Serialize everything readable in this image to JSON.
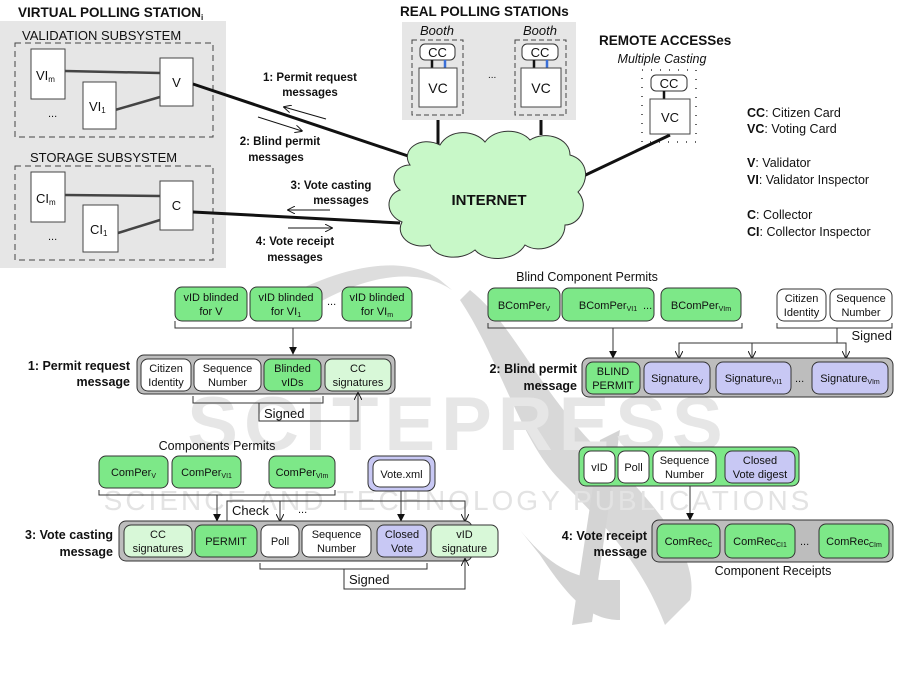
{
  "colors": {
    "green": "#7de888",
    "light_green": "#d8f8d8",
    "lavender": "#c8c8f4",
    "cloud": "#c8f8c8",
    "gray_panel": "#e6e6e6",
    "message_frame": "#bdbdbd",
    "cc_link": "#3a6fd8",
    "watermark": "#d0d0d0"
  },
  "top": {
    "virtual_station": {
      "title": "VIRTUAL POLLING STATION",
      "title_sub": "i",
      "validation": {
        "title": "VALIDATION SUBSYSTEM",
        "v": "V",
        "vi_m": "VI",
        "vi_m_sub": "m",
        "vi_1": "VI",
        "vi_1_sub": "1",
        "ellipsis": "..."
      },
      "storage": {
        "title": "STORAGE SUBSYSTEM",
        "c": "C",
        "ci_m": "CI",
        "ci_m_sub": "m",
        "ci_1": "CI",
        "ci_1_sub": "1",
        "ellipsis": "..."
      }
    },
    "real_stations": {
      "title": "REAL POLLING STATIONs",
      "booth_label": "Booth",
      "cc": "CC",
      "vc": "VC",
      "ellipsis": "..."
    },
    "remote": {
      "title": "REMOTE ACCESSes",
      "subtitle": "Multiple Casting",
      "cc": "CC",
      "vc": "VC"
    },
    "internet": "INTERNET",
    "flows": {
      "m1": [
        "1: Permit request",
        "messages"
      ],
      "m2": [
        "2: Blind permit",
        "messages"
      ],
      "m3": [
        "3: Vote casting",
        "messages"
      ],
      "m4": [
        "4: Vote receipt",
        "messages"
      ]
    },
    "legend": [
      {
        "abbr": "CC",
        "text": ": Citizen Card"
      },
      {
        "abbr": "VC",
        "text": ": Voting Card"
      },
      {
        "abbr": "V",
        "text": ": Validator"
      },
      {
        "abbr": "VI",
        "text": ": Validator Inspector"
      },
      {
        "abbr": "C",
        "text": ": Collector"
      },
      {
        "abbr": "CI",
        "text": ": Collector Inspector"
      }
    ]
  },
  "msg1": {
    "label": [
      "1: Permit request",
      "message"
    ],
    "inputs": [
      {
        "l1": "vID blinded",
        "l2": "for V",
        "sub": ""
      },
      {
        "l1": "vID blinded",
        "l2": "for VI",
        "sub": "1"
      },
      {
        "l1": "vID blinded",
        "l2": "for VI",
        "sub": "m"
      }
    ],
    "fields": [
      {
        "l1": "Citizen",
        "l2": "Identity"
      },
      {
        "l1": "Sequence",
        "l2": "Number"
      },
      {
        "l1": "Blinded",
        "l2": "vIDs"
      },
      {
        "l1": "CC",
        "l2": "signatures"
      }
    ],
    "signed": "Signed",
    "ellipsis": "..."
  },
  "msg2": {
    "label": [
      "2: Blind permit",
      "message"
    ],
    "group_title": "Blind Component Permits",
    "inputs": [
      {
        "base": "BComPer",
        "sub": "V"
      },
      {
        "base": "BComPer",
        "sub": "VI1"
      },
      {
        "base": "BComPer",
        "sub": "VIm"
      }
    ],
    "signed_inputs": [
      {
        "l1": "Citizen",
        "l2": "Identity"
      },
      {
        "l1": "Sequence",
        "l2": "Number"
      }
    ],
    "signed": "Signed",
    "fields": [
      {
        "l1": "BLIND",
        "l2": "PERMIT"
      },
      {
        "base": "Signature",
        "sub": "V"
      },
      {
        "base": "Signature",
        "sub": "VI1"
      },
      {
        "base": "Signature",
        "sub": "VIm"
      }
    ],
    "ellipsis": "..."
  },
  "msg3": {
    "label": [
      "3: Vote casting",
      "message"
    ],
    "group_title": "Components Permits",
    "inputs": [
      {
        "base": "ComPer",
        "sub": "V"
      },
      {
        "base": "ComPer",
        "sub": "VI1"
      },
      {
        "base": "ComPer",
        "sub": "VIm"
      }
    ],
    "vote_file": "Vote.xml",
    "check": "Check",
    "fields": [
      {
        "l1": "CC",
        "l2": "signatures"
      },
      {
        "l1": "PERMIT",
        "l2": ""
      },
      {
        "l1": "Poll",
        "l2": ""
      },
      {
        "l1": "Sequence",
        "l2": "Number"
      },
      {
        "l1": "Closed",
        "l2": "Vote"
      },
      {
        "l1": "vID",
        "l2": "signature"
      }
    ],
    "signed": "Signed",
    "ellipsis": "..."
  },
  "msg4": {
    "label": [
      "4: Vote receipt",
      "message"
    ],
    "digest_fields": [
      {
        "l1": "vID",
        "l2": ""
      },
      {
        "l1": "Poll",
        "l2": ""
      },
      {
        "l1": "Sequence",
        "l2": "Number"
      },
      {
        "l1": "Closed",
        "l2": "Vote digest"
      }
    ],
    "fields": [
      {
        "base": "ComRec",
        "sub": "C"
      },
      {
        "base": "ComRec",
        "sub": "CI1"
      },
      {
        "base": "ComRec",
        "sub": "CIm"
      }
    ],
    "group_title": "Component Receipts",
    "ellipsis": "..."
  },
  "watermark": {
    "line1": "SCITEPRESS",
    "line2": "SCIENCE AND TECHNOLOGY PUBLICATIONS"
  }
}
